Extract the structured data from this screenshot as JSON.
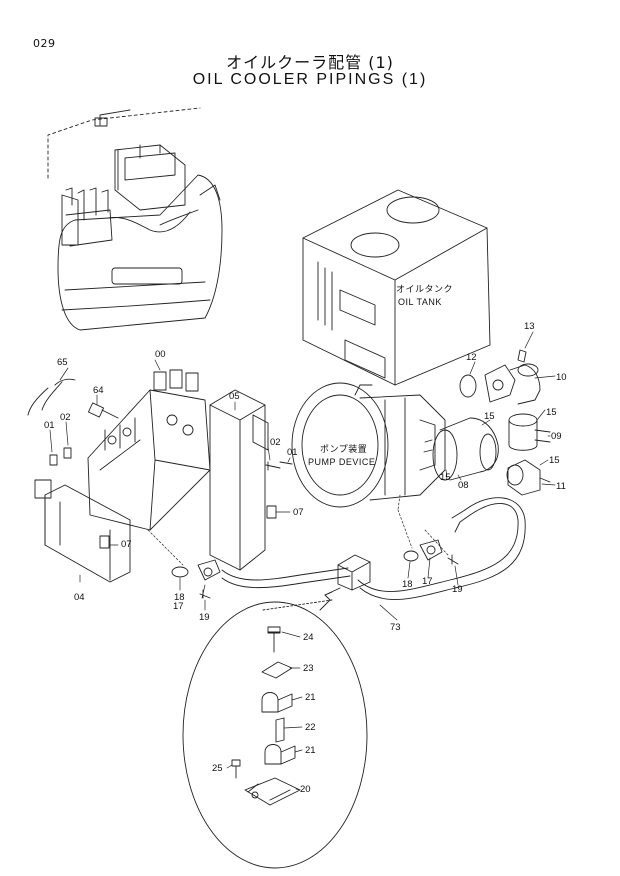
{
  "page_number": "029",
  "title_jp": "オイルクーラ配管 (1)",
  "title_en": "OIL COOLER PIPINGS (1)",
  "labels": {
    "oil_tank_jp": "オイルタンク",
    "oil_tank_en": "OIL TANK",
    "pump_device_jp": "ポンプ装置",
    "pump_device_en": "PUMP DEVICE"
  },
  "callouts": {
    "c00": "00",
    "c65": "65",
    "c64": "64",
    "c02a": "02",
    "c01a": "01",
    "c05": "05",
    "c02b": "02",
    "c01b": "01",
    "c07a": "07",
    "c07b": "07",
    "c04": "04",
    "c18a": "18",
    "c17a": "17",
    "c19a": "19",
    "c13": "13",
    "c12": "12",
    "c10": "10",
    "c15a": "15",
    "c15b": "15",
    "c09": "09",
    "c15c": "15",
    "c15d": "15",
    "c08": "08",
    "c11": "11",
    "c18b": "18",
    "c17b": "17",
    "c19b": "19",
    "c73": "73",
    "c24": "24",
    "c23": "23",
    "c21a": "21",
    "c22": "22",
    "c21b": "21",
    "c25": "25",
    "c20": "20"
  }
}
